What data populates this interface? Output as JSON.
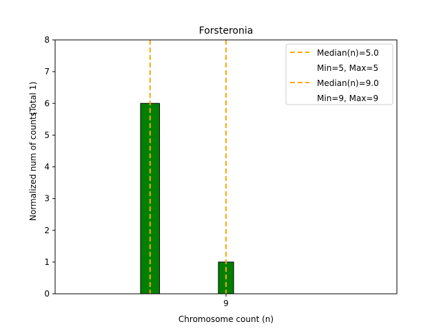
{
  "chart_data": {
    "type": "bar",
    "title": "Forsteronia",
    "xlabel": "Chromosome count (n)",
    "ylabel": "Normalized num of counts",
    "ylabel_note": "(Total 1)",
    "xlim": [
      0,
      18
    ],
    "ylim": [
      0,
      8
    ],
    "yticks": [
      0,
      1,
      2,
      3,
      4,
      5,
      6,
      7,
      8
    ],
    "xticks": [
      {
        "value": 9,
        "label": "9"
      }
    ],
    "bars": [
      {
        "left": 4.5,
        "right": 5.5,
        "value": 6
      },
      {
        "left": 8.6,
        "right": 9.4,
        "value": 1
      }
    ],
    "bar_color": "#008000",
    "median_lines": [
      {
        "x": 5.0,
        "label": "Median(n)=5.0",
        "sublabel": "Min=5, Max=5"
      },
      {
        "x": 9.0,
        "label": "Median(n)=9.0",
        "sublabel": "Min=9, Max=9"
      }
    ],
    "median_color": "#FFA500",
    "legend_position": "top-right"
  }
}
